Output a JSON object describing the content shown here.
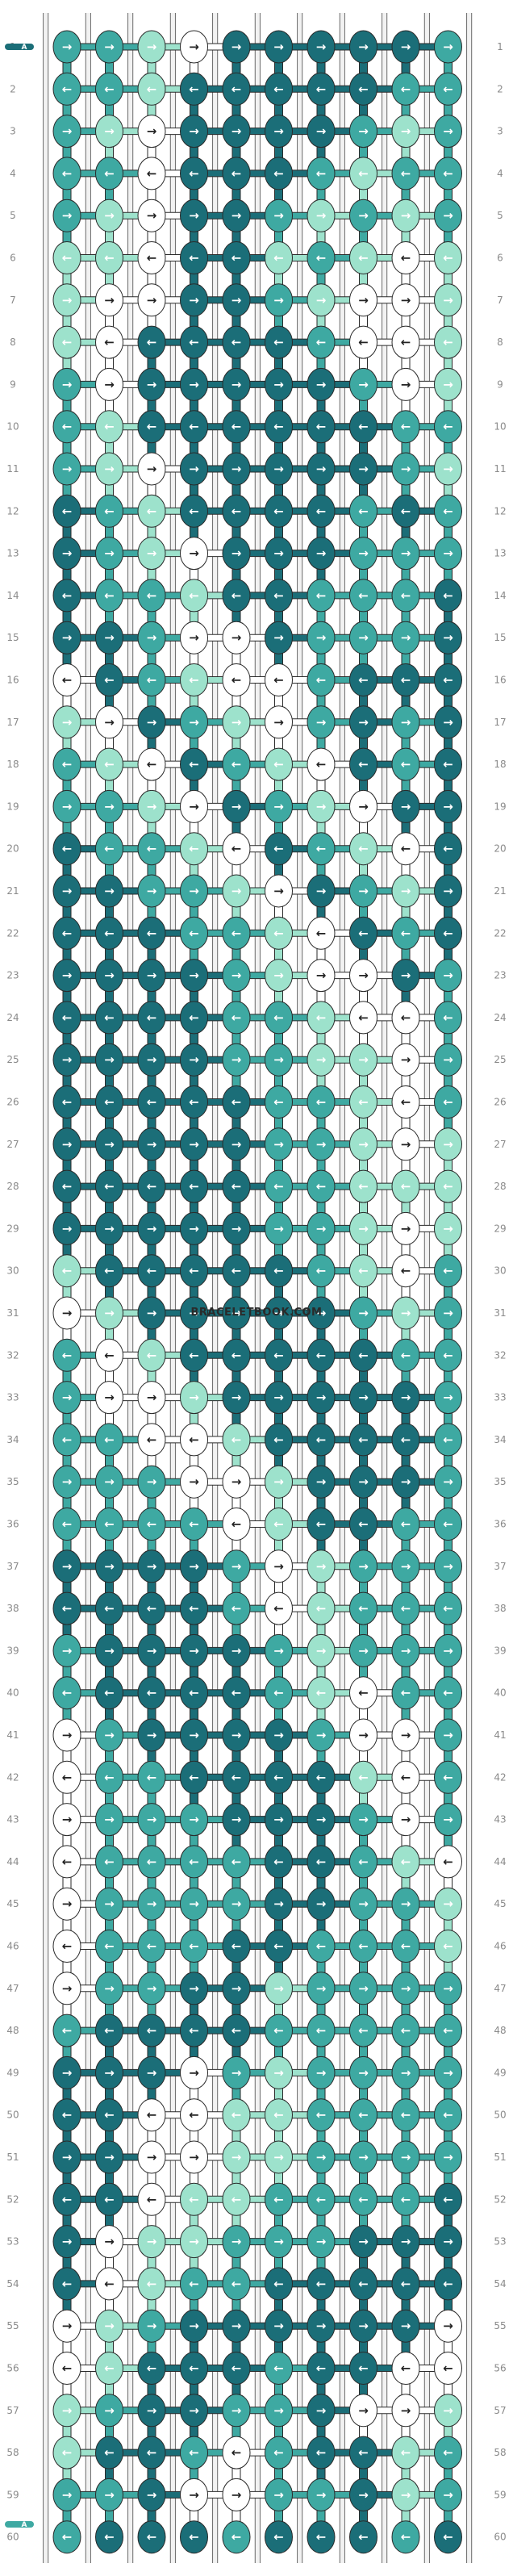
{
  "pattern": {
    "watermark": "BRACELETBOOK.COM",
    "start_label": "A",
    "end_label": "A",
    "columns": 10,
    "colors": {
      "a": "#1b6e78",
      "b": "#3ea9a2",
      "c": "#9de2cc",
      "d": "#ffffff",
      "outline": "#2a2a2a",
      "thread_back": "#cfcfcf"
    },
    "knot_symbols": {
      "f": "→",
      "b": "←",
      "fb": "↘",
      "bf": "↙"
    },
    "rows": [
      [
        "b",
        "b",
        "c",
        "d",
        "a",
        "a",
        "a",
        "a",
        "a",
        "b"
      ],
      [
        "b",
        "b",
        "c",
        "a",
        "a",
        "a",
        "a",
        "a",
        "b",
        "b"
      ],
      [
        "b",
        "c",
        "d",
        "a",
        "a",
        "a",
        "a",
        "b",
        "c",
        "b"
      ],
      [
        "b",
        "b",
        "d",
        "a",
        "a",
        "a",
        "b",
        "c",
        "b",
        "b"
      ],
      [
        "b",
        "c",
        "d",
        "a",
        "a",
        "b",
        "c",
        "b",
        "c",
        "b"
      ],
      [
        "c",
        "c",
        "d",
        "a",
        "a",
        "c",
        "b",
        "c",
        "d",
        "c"
      ],
      [
        "c",
        "d",
        "d",
        "a",
        "a",
        "b",
        "c",
        "d",
        "d",
        "c"
      ],
      [
        "c",
        "d",
        "a",
        "a",
        "a",
        "a",
        "b",
        "d",
        "d",
        "c"
      ],
      [
        "b",
        "d",
        "a",
        "a",
        "a",
        "a",
        "a",
        "b",
        "d",
        "c"
      ],
      [
        "b",
        "c",
        "a",
        "a",
        "a",
        "a",
        "a",
        "a",
        "b",
        "b"
      ],
      [
        "b",
        "c",
        "d",
        "a",
        "a",
        "a",
        "a",
        "a",
        "b",
        "c"
      ],
      [
        "a",
        "b",
        "c",
        "a",
        "a",
        "a",
        "a",
        "b",
        "a",
        "b"
      ],
      [
        "a",
        "b",
        "c",
        "d",
        "a",
        "a",
        "a",
        "b",
        "b",
        "b"
      ],
      [
        "a",
        "b",
        "b",
        "c",
        "a",
        "a",
        "b",
        "b",
        "b",
        "a"
      ],
      [
        "a",
        "a",
        "b",
        "d",
        "d",
        "a",
        "b",
        "b",
        "b",
        "a"
      ],
      [
        "d",
        "a",
        "b",
        "c",
        "d",
        "d",
        "b",
        "a",
        "a",
        "a"
      ],
      [
        "c",
        "d",
        "a",
        "b",
        "c",
        "d",
        "b",
        "a",
        "b",
        "a"
      ],
      [
        "b",
        "c",
        "d",
        "a",
        "b",
        "c",
        "d",
        "a",
        "b",
        "a"
      ],
      [
        "b",
        "b",
        "c",
        "d",
        "a",
        "b",
        "c",
        "d",
        "a",
        "a"
      ],
      [
        "a",
        "b",
        "b",
        "c",
        "d",
        "a",
        "b",
        "c",
        "d",
        "a"
      ],
      [
        "a",
        "a",
        "b",
        "b",
        "c",
        "d",
        "a",
        "b",
        "c",
        "a"
      ],
      [
        "a",
        "a",
        "a",
        "b",
        "b",
        "c",
        "d",
        "a",
        "b",
        "a"
      ],
      [
        "a",
        "a",
        "a",
        "a",
        "b",
        "c",
        "d",
        "d",
        "a",
        "b"
      ],
      [
        "a",
        "a",
        "a",
        "a",
        "b",
        "b",
        "c",
        "d",
        "d",
        "b"
      ],
      [
        "a",
        "a",
        "a",
        "a",
        "b",
        "b",
        "c",
        "c",
        "d",
        "b"
      ],
      [
        "a",
        "a",
        "a",
        "a",
        "a",
        "b",
        "b",
        "c",
        "d",
        "b"
      ],
      [
        "a",
        "a",
        "a",
        "a",
        "a",
        "b",
        "b",
        "c",
        "d",
        "c"
      ],
      [
        "a",
        "a",
        "a",
        "a",
        "a",
        "b",
        "b",
        "c",
        "c",
        "c"
      ],
      [
        "a",
        "a",
        "a",
        "a",
        "a",
        "b",
        "b",
        "c",
        "d",
        "c"
      ],
      [
        "c",
        "a",
        "a",
        "a",
        "a",
        "a",
        "b",
        "c",
        "d",
        "b"
      ],
      [
        "d",
        "c",
        "a",
        "a",
        "a",
        "a",
        "a",
        "b",
        "c",
        "b"
      ],
      [
        "b",
        "d",
        "c",
        "a",
        "a",
        "a",
        "a",
        "a",
        "b",
        "b"
      ],
      [
        "b",
        "d",
        "d",
        "c",
        "a",
        "a",
        "a",
        "a",
        "a",
        "b"
      ],
      [
        "b",
        "b",
        "d",
        "d",
        "c",
        "a",
        "a",
        "a",
        "a",
        "b"
      ],
      [
        "b",
        "b",
        "b",
        "d",
        "d",
        "c",
        "a",
        "a",
        "a",
        "b"
      ],
      [
        "b",
        "b",
        "b",
        "b",
        "d",
        "c",
        "a",
        "a",
        "b",
        "b"
      ],
      [
        "a",
        "a",
        "a",
        "a",
        "b",
        "d",
        "c",
        "b",
        "b",
        "b"
      ],
      [
        "a",
        "a",
        "a",
        "a",
        "b",
        "d",
        "c",
        "b",
        "b",
        "b"
      ],
      [
        "b",
        "a",
        "a",
        "a",
        "a",
        "b",
        "c",
        "b",
        "b",
        "b"
      ],
      [
        "b",
        "a",
        "a",
        "a",
        "a",
        "b",
        "c",
        "d",
        "b",
        "b"
      ],
      [
        "d",
        "b",
        "a",
        "a",
        "a",
        "a",
        "b",
        "d",
        "d",
        "b"
      ],
      [
        "d",
        "b",
        "b",
        "a",
        "a",
        "a",
        "a",
        "c",
        "d",
        "b"
      ],
      [
        "d",
        "b",
        "b",
        "b",
        "a",
        "a",
        "a",
        "b",
        "d",
        "b"
      ],
      [
        "d",
        "b",
        "b",
        "b",
        "b",
        "a",
        "a",
        "b",
        "c",
        "d"
      ],
      [
        "d",
        "b",
        "b",
        "b",
        "b",
        "a",
        "a",
        "b",
        "b",
        "c"
      ],
      [
        "d",
        "b",
        "b",
        "b",
        "a",
        "a",
        "b",
        "b",
        "b",
        "c"
      ],
      [
        "d",
        "b",
        "b",
        "a",
        "a",
        "c",
        "b",
        "b",
        "b",
        "b"
      ],
      [
        "b",
        "a",
        "a",
        "a",
        "a",
        "b",
        "b",
        "b",
        "b",
        "b"
      ],
      [
        "a",
        "a",
        "a",
        "d",
        "b",
        "c",
        "b",
        "b",
        "b",
        "b"
      ],
      [
        "a",
        "a",
        "d",
        "d",
        "c",
        "c",
        "b",
        "b",
        "b",
        "b"
      ],
      [
        "a",
        "a",
        "d",
        "d",
        "c",
        "c",
        "b",
        "b",
        "b",
        "b"
      ],
      [
        "a",
        "a",
        "d",
        "c",
        "c",
        "b",
        "b",
        "b",
        "b",
        "a"
      ],
      [
        "a",
        "d",
        "c",
        "c",
        "b",
        "b",
        "b",
        "a",
        "a",
        "a"
      ],
      [
        "a",
        "d",
        "c",
        "b",
        "b",
        "a",
        "a",
        "a",
        "a",
        "a"
      ],
      [
        "d",
        "c",
        "b",
        "a",
        "a",
        "a",
        "a",
        "a",
        "a",
        "d"
      ],
      [
        "d",
        "c",
        "a",
        "a",
        "a",
        "b",
        "a",
        "a",
        "d",
        "d"
      ],
      [
        "c",
        "b",
        "a",
        "a",
        "b",
        "b",
        "a",
        "d",
        "d",
        "c"
      ],
      [
        "c",
        "a",
        "a",
        "b",
        "d",
        "b",
        "a",
        "a",
        "c",
        "b"
      ],
      [
        "b",
        "b",
        "a",
        "d",
        "d",
        "b",
        "b",
        "a",
        "c",
        "b"
      ],
      [
        "b",
        "a",
        "a",
        "a",
        "b",
        "a",
        "a",
        "a",
        "b",
        "a"
      ]
    ],
    "knots": [
      [
        "f",
        "f",
        "f",
        "f",
        "f",
        "f",
        "f",
        "f",
        "f",
        "f"
      ],
      [
        "b",
        "b",
        "b",
        "b",
        "b",
        "b",
        "b",
        "b",
        "b",
        "b"
      ],
      [
        "f",
        "f",
        "f",
        "f",
        "f",
        "f",
        "f",
        "f",
        "f",
        "f"
      ],
      [
        "b",
        "b",
        "b",
        "b",
        "b",
        "b",
        "b",
        "b",
        "b",
        "b"
      ],
      [
        "f",
        "f",
        "f",
        "f",
        "f",
        "f",
        "f",
        "f",
        "f",
        "f"
      ],
      [
        "b",
        "b",
        "b",
        "b",
        "b",
        "b",
        "b",
        "b",
        "b",
        "b"
      ],
      [
        "f",
        "f",
        "f",
        "f",
        "f",
        "f",
        "f",
        "f",
        "f",
        "f"
      ],
      [
        "b",
        "b",
        "b",
        "b",
        "b",
        "b",
        "b",
        "b",
        "b",
        "b"
      ],
      [
        "f",
        "f",
        "f",
        "f",
        "f",
        "f",
        "f",
        "f",
        "f",
        "f"
      ],
      [
        "b",
        "b",
        "b",
        "b",
        "b",
        "b",
        "b",
        "b",
        "b",
        "b"
      ],
      [
        "f",
        "f",
        "f",
        "f",
        "f",
        "f",
        "f",
        "f",
        "f",
        "f"
      ],
      [
        "b",
        "b",
        "b",
        "b",
        "b",
        "b",
        "b",
        "b",
        "b",
        "b"
      ],
      [
        "f",
        "f",
        "f",
        "f",
        "f",
        "f",
        "f",
        "f",
        "f",
        "f"
      ],
      [
        "b",
        "b",
        "b",
        "b",
        "b",
        "b",
        "b",
        "b",
        "b",
        "b"
      ],
      [
        "f",
        "f",
        "f",
        "f",
        "f",
        "f",
        "f",
        "f",
        "f",
        "f"
      ],
      [
        "b",
        "b",
        "b",
        "b",
        "b",
        "b",
        "b",
        "b",
        "b",
        "b"
      ],
      [
        "f",
        "f",
        "f",
        "f",
        "f",
        "f",
        "f",
        "f",
        "f",
        "f"
      ],
      [
        "b",
        "b",
        "b",
        "b",
        "b",
        "b",
        "b",
        "b",
        "b",
        "b"
      ],
      [
        "f",
        "f",
        "f",
        "f",
        "f",
        "f",
        "f",
        "f",
        "f",
        "f"
      ],
      [
        "b",
        "b",
        "b",
        "b",
        "b",
        "b",
        "b",
        "b",
        "b",
        "b"
      ],
      [
        "f",
        "f",
        "f",
        "f",
        "f",
        "f",
        "f",
        "f",
        "f",
        "f"
      ],
      [
        "b",
        "b",
        "b",
        "b",
        "b",
        "b",
        "b",
        "b",
        "b",
        "b"
      ],
      [
        "f",
        "f",
        "f",
        "f",
        "f",
        "f",
        "f",
        "f",
        "f",
        "f"
      ],
      [
        "b",
        "b",
        "b",
        "b",
        "b",
        "b",
        "b",
        "b",
        "b",
        "b"
      ],
      [
        "f",
        "f",
        "f",
        "f",
        "f",
        "f",
        "f",
        "f",
        "f",
        "f"
      ],
      [
        "b",
        "b",
        "b",
        "b",
        "b",
        "b",
        "b",
        "b",
        "b",
        "b"
      ],
      [
        "f",
        "f",
        "f",
        "f",
        "f",
        "f",
        "f",
        "f",
        "f",
        "f"
      ],
      [
        "b",
        "b",
        "b",
        "b",
        "b",
        "b",
        "b",
        "b",
        "b",
        "b"
      ],
      [
        "f",
        "f",
        "f",
        "f",
        "f",
        "f",
        "f",
        "f",
        "f",
        "f"
      ],
      [
        "b",
        "b",
        "b",
        "b",
        "b",
        "b",
        "b",
        "b",
        "b",
        "b"
      ],
      [
        "f",
        "f",
        "f",
        "f",
        "f",
        "f",
        "f",
        "f",
        "f",
        "f"
      ],
      [
        "b",
        "b",
        "b",
        "b",
        "b",
        "b",
        "b",
        "b",
        "b",
        "b"
      ],
      [
        "f",
        "f",
        "f",
        "f",
        "f",
        "f",
        "f",
        "f",
        "f",
        "f"
      ],
      [
        "b",
        "b",
        "b",
        "b",
        "b",
        "b",
        "b",
        "b",
        "b",
        "b"
      ],
      [
        "f",
        "f",
        "f",
        "f",
        "f",
        "f",
        "f",
        "f",
        "f",
        "f"
      ],
      [
        "b",
        "b",
        "b",
        "b",
        "b",
        "b",
        "b",
        "b",
        "b",
        "b"
      ],
      [
        "f",
        "f",
        "f",
        "f",
        "f",
        "f",
        "f",
        "f",
        "f",
        "f"
      ],
      [
        "b",
        "b",
        "b",
        "b",
        "b",
        "b",
        "b",
        "b",
        "b",
        "b"
      ],
      [
        "f",
        "f",
        "f",
        "f",
        "f",
        "f",
        "f",
        "f",
        "f",
        "f"
      ],
      [
        "b",
        "b",
        "b",
        "b",
        "b",
        "b",
        "b",
        "b",
        "b",
        "b"
      ],
      [
        "f",
        "f",
        "f",
        "f",
        "f",
        "f",
        "f",
        "f",
        "f",
        "f"
      ],
      [
        "b",
        "b",
        "b",
        "b",
        "b",
        "b",
        "b",
        "b",
        "b",
        "b"
      ],
      [
        "f",
        "f",
        "f",
        "f",
        "f",
        "f",
        "f",
        "f",
        "f",
        "f"
      ],
      [
        "b",
        "b",
        "b",
        "b",
        "b",
        "b",
        "b",
        "b",
        "b",
        "b"
      ],
      [
        "f",
        "f",
        "f",
        "f",
        "f",
        "f",
        "f",
        "f",
        "f",
        "f"
      ],
      [
        "b",
        "b",
        "b",
        "b",
        "b",
        "b",
        "b",
        "b",
        "b",
        "b"
      ],
      [
        "f",
        "f",
        "f",
        "f",
        "f",
        "f",
        "f",
        "f",
        "f",
        "f"
      ],
      [
        "b",
        "b",
        "b",
        "b",
        "b",
        "b",
        "b",
        "b",
        "b",
        "b"
      ],
      [
        "f",
        "f",
        "f",
        "f",
        "f",
        "f",
        "f",
        "f",
        "f",
        "f"
      ],
      [
        "b",
        "b",
        "b",
        "b",
        "b",
        "b",
        "b",
        "b",
        "b",
        "b"
      ],
      [
        "f",
        "f",
        "f",
        "f",
        "f",
        "f",
        "f",
        "f",
        "f",
        "f"
      ],
      [
        "b",
        "b",
        "b",
        "b",
        "b",
        "b",
        "b",
        "b",
        "b",
        "b"
      ],
      [
        "f",
        "f",
        "f",
        "f",
        "f",
        "f",
        "f",
        "f",
        "f",
        "f"
      ],
      [
        "b",
        "b",
        "b",
        "b",
        "b",
        "b",
        "b",
        "b",
        "b",
        "b"
      ],
      [
        "f",
        "f",
        "f",
        "f",
        "f",
        "f",
        "f",
        "f",
        "f",
        "f"
      ],
      [
        "b",
        "b",
        "b",
        "b",
        "b",
        "b",
        "b",
        "b",
        "b",
        "b"
      ],
      [
        "f",
        "f",
        "f",
        "f",
        "f",
        "f",
        "f",
        "f",
        "f",
        "f"
      ],
      [
        "b",
        "b",
        "b",
        "b",
        "b",
        "b",
        "b",
        "b",
        "b",
        "b"
      ],
      [
        "f",
        "f",
        "f",
        "f",
        "f",
        "f",
        "f",
        "f",
        "f",
        "f"
      ],
      [
        "b",
        "b",
        "b",
        "b",
        "b",
        "b",
        "b",
        "b",
        "b",
        "b"
      ]
    ]
  }
}
